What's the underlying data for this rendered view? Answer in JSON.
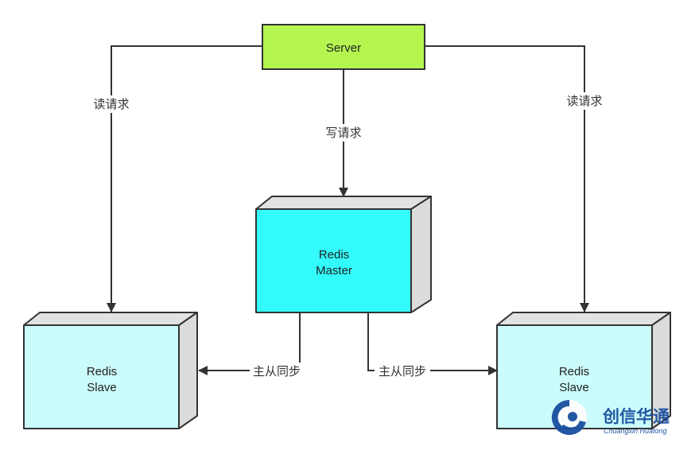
{
  "nodes": {
    "server": {
      "label": "Server",
      "color": "#b4f550"
    },
    "master": {
      "line1": "Redis",
      "line2": "Master",
      "color": "#33fbfb"
    },
    "slave_left": {
      "line1": "Redis",
      "line2": "Slave",
      "color": "#cbfcfb"
    },
    "slave_right": {
      "line1": "Redis",
      "line2": "Slave",
      "color": "#cbfcfb"
    }
  },
  "edges": {
    "read_left": "读请求",
    "write": "写请求",
    "read_right": "读请求",
    "sync_left": "主从同步",
    "sync_right": "主从同步"
  },
  "logo": {
    "name": "创信华通",
    "subtitle": "Chuangxin Huatong",
    "color": "#1a4fa0"
  }
}
